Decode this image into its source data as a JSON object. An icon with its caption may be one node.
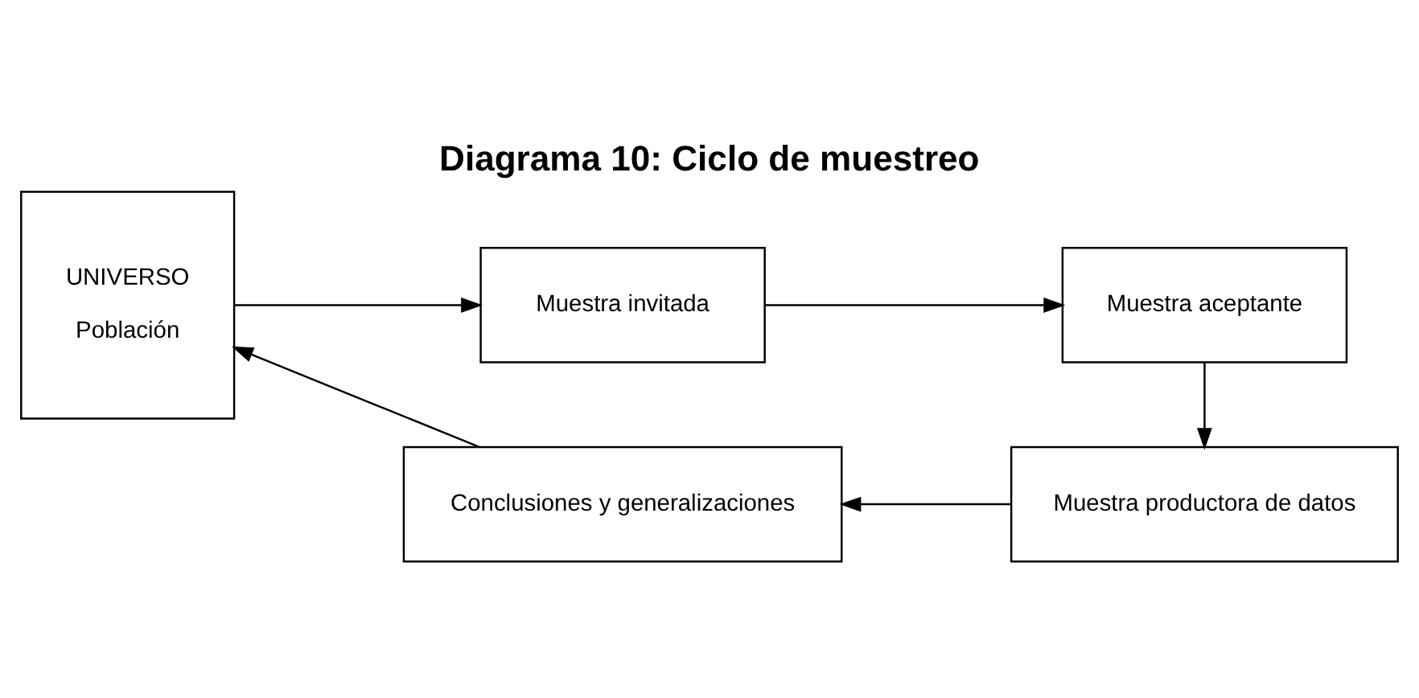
{
  "diagram": {
    "title": "Diagrama 10: Ciclo de muestreo",
    "nodes": [
      {
        "text": [
          "UNIVERSO",
          "Población"
        ]
      },
      {
        "text": [
          "Muestra invitada"
        ]
      },
      {
        "text": [
          "Muestra aceptante"
        ]
      },
      {
        "text": [
          "Muestra productora de datos"
        ]
      },
      {
        "text": [
          "Conclusiones y generalizaciones"
        ]
      }
    ],
    "edges": [
      {
        "from": 0,
        "to": 1,
        "arrow": "to"
      },
      {
        "from": 1,
        "to": 2,
        "arrow": "to"
      },
      {
        "from": 2,
        "to": 3,
        "arrow": "to"
      },
      {
        "from": 3,
        "to": 4,
        "arrow": "to"
      },
      {
        "from": 4,
        "to": 0,
        "arrow": "to"
      }
    ]
  }
}
